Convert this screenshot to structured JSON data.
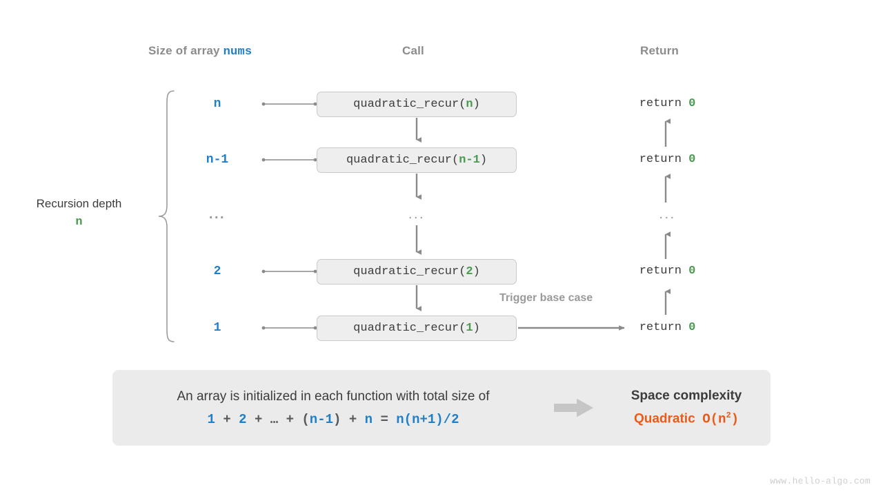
{
  "headers": {
    "size": "Size of array ",
    "size_var": "nums",
    "call": "Call",
    "return": "Return"
  },
  "depth": {
    "label": "Recursion depth",
    "value": "n"
  },
  "rows": [
    {
      "size": "n",
      "call_prefix": "quadratic_recur(",
      "call_arg": "n",
      "call_suffix": ")",
      "return_text": "return ",
      "return_value": "0",
      "is_ellipsis": false
    },
    {
      "size": "n-1",
      "call_prefix": "quadratic_recur(",
      "call_arg": "n-1",
      "call_suffix": ")",
      "return_text": "return ",
      "return_value": "0",
      "is_ellipsis": false
    },
    {
      "size": "...",
      "call_prefix": "...",
      "call_arg": "",
      "call_suffix": "",
      "return_text": "...",
      "return_value": "",
      "is_ellipsis": true
    },
    {
      "size": "2",
      "call_prefix": "quadratic_recur(",
      "call_arg": "2",
      "call_suffix": ")",
      "return_text": "return ",
      "return_value": "0",
      "is_ellipsis": false
    },
    {
      "size": "1",
      "call_prefix": "quadratic_recur(",
      "call_arg": "1",
      "call_suffix": ")",
      "return_text": "return ",
      "return_value": "0",
      "is_ellipsis": false
    }
  ],
  "trigger_note": "Trigger base case",
  "summary": {
    "text": "An array is initialized in each function with total size of",
    "formula_parts": [
      {
        "t": "1",
        "blue": true
      },
      {
        "t": " + ",
        "blue": false
      },
      {
        "t": "2",
        "blue": true
      },
      {
        "t": " + ",
        "blue": false
      },
      {
        "t": "…",
        "blue": false
      },
      {
        "t": " + ",
        "blue": false
      },
      {
        "t": "(",
        "blue": false
      },
      {
        "t": "n-1",
        "blue": true
      },
      {
        "t": ")",
        "blue": false
      },
      {
        "t": " + ",
        "blue": false
      },
      {
        "t": "n",
        "blue": true
      },
      {
        "t": " = ",
        "blue": false
      },
      {
        "t": "n(n+1)/2",
        "blue": true
      }
    ],
    "complexity_title": "Space complexity",
    "complexity_label": "Quadratic",
    "complexity_notation": "O(n",
    "complexity_exponent": "2",
    "complexity_notation_end": ")"
  },
  "watermark": "www.hello-algo.com",
  "colors": {
    "blue": "#1f7fc9",
    "green": "#4a9b4f",
    "orange": "#eb5a18",
    "gray_text": "#8c8c8c",
    "dark_text": "#3c3c3c",
    "box_fill": "#eeeeee",
    "box_border": "#c9c9c9",
    "panel_fill": "#ebebeb",
    "wire": "#8a8a8a"
  }
}
